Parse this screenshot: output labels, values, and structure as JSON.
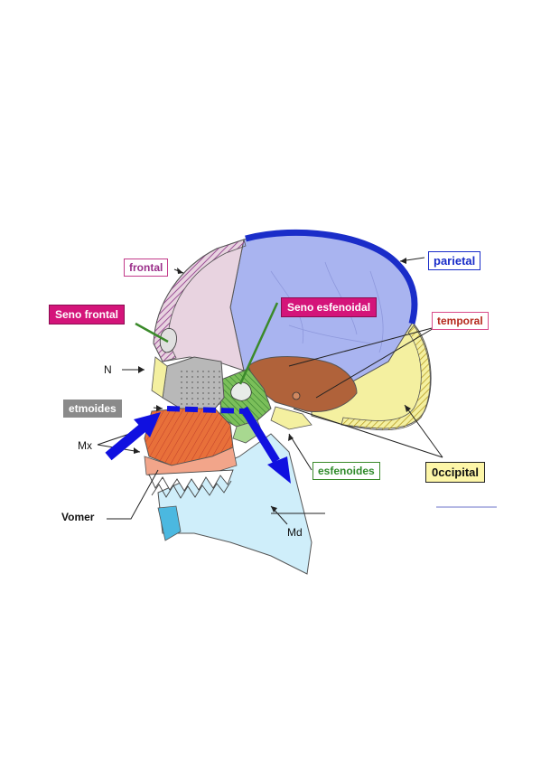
{
  "figure": {
    "labels": {
      "frontal": "frontal",
      "parietal": "parietal",
      "seno_frontal": "Seno frontal",
      "seno_esfenoidal": "Seno esfenoidal",
      "temporal": "temporal",
      "n": "N",
      "etmoides": "etmoides",
      "mx": "Mx",
      "esfenoides": "esfenoides",
      "occipital": "0ccipital",
      "vomer": "Vomer",
      "md": "Md"
    },
    "colors": {
      "frontal_bone": "#e8d3e0",
      "frontal_hatch": "#9b4f96",
      "parietal_bone": "#a9b4f0",
      "parietal_border": "#1a2dc9",
      "temporal_bone": "#b0623a",
      "occipital_bone": "#f4f0a0",
      "sphenoid_bone": "#7bbf5a",
      "ethmoid_bone": "#b8b8b8",
      "maxilla_bone": "#e8703a",
      "mandible_bone": "#cfeefa",
      "arrow_blue": "#1010e0",
      "magenta_label": "#d4147a",
      "grey_label": "#8a8a8a"
    }
  }
}
